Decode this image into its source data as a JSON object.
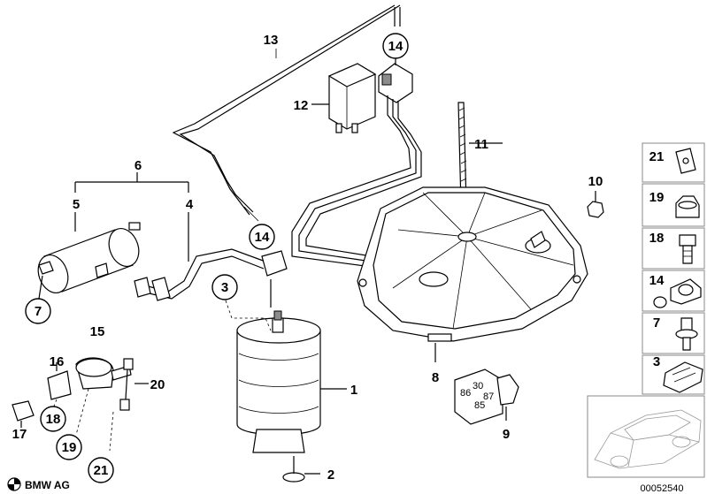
{
  "labels": {
    "p1": "1",
    "p2": "2",
    "p3": "3",
    "p4": "4",
    "p5": "5",
    "p6": "6",
    "p7": "7",
    "p8": "8",
    "p9": "9",
    "p10": "10",
    "p11": "11",
    "p12": "12",
    "p13": "13",
    "p14a": "14",
    "p14b": "14",
    "p15": "15",
    "p16": "16",
    "p17": "17",
    "p18": "18",
    "p19": "19",
    "p20": "20",
    "p21": "21"
  },
  "panel": {
    "items": [
      {
        "label": "21",
        "icon": "clip-nut-icon"
      },
      {
        "label": "19",
        "icon": "hex-nut-icon"
      },
      {
        "label": "18",
        "icon": "hex-bolt-icon"
      },
      {
        "label": "14",
        "icon": "connector-fitting-icon"
      },
      {
        "label": "7",
        "icon": "collar-screw-icon"
      },
      {
        "label": "3",
        "icon": "retaining-clip-icon"
      }
    ]
  },
  "relay_pins": {
    "p1": "30",
    "p2": "86",
    "p3": "87",
    "p4": "85"
  },
  "brand": "BMW AG",
  "image_number": "00052540"
}
